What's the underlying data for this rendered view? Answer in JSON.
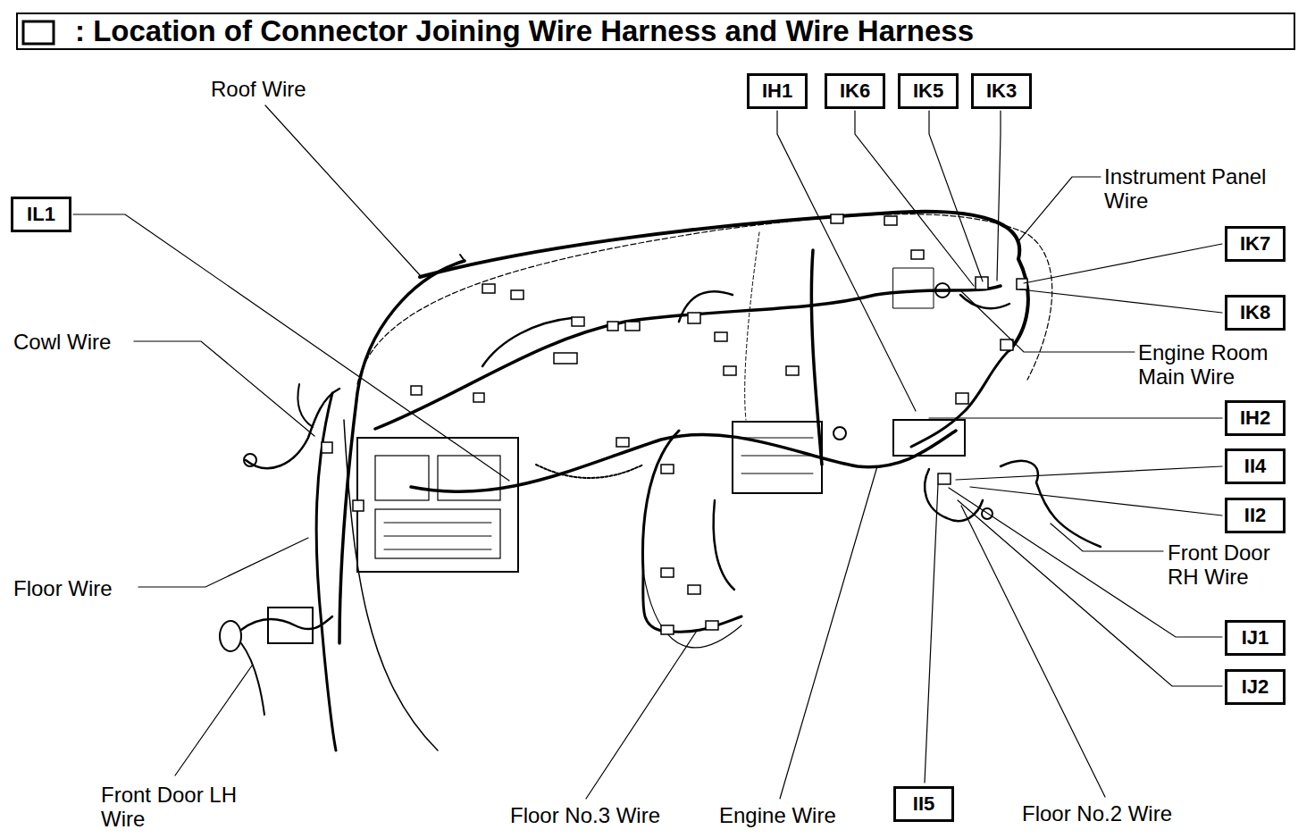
{
  "diagram": {
    "title": ": Location of Connector Joining Wire Harness and Wire Harness",
    "nodes": [
      {
        "text": [
          "IH1"
        ]
      },
      {
        "text": [
          "IK6"
        ]
      },
      {
        "text": [
          "IK5"
        ]
      },
      {
        "text": [
          "IK3"
        ]
      },
      {
        "text": [
          "IL1"
        ]
      },
      {
        "text": [
          "IK7"
        ]
      },
      {
        "text": [
          "IK8"
        ]
      },
      {
        "text": [
          "IH2"
        ]
      },
      {
        "text": [
          "II4"
        ]
      },
      {
        "text": [
          "II2"
        ]
      },
      {
        "text": [
          "IJ1"
        ]
      },
      {
        "text": [
          "IJ2"
        ]
      },
      {
        "text": [
          "II5"
        ]
      }
    ],
    "labels": [
      "Roof Wire",
      "Cowl Wire",
      "Floor Wire",
      "Front Door LH Wire",
      "Floor No.3 Wire",
      "Engine Wire",
      "Floor No.2 Wire",
      "Front Door RH Wire",
      "Engine Room Main Wire",
      "Instrument Panel Wire"
    ]
  }
}
